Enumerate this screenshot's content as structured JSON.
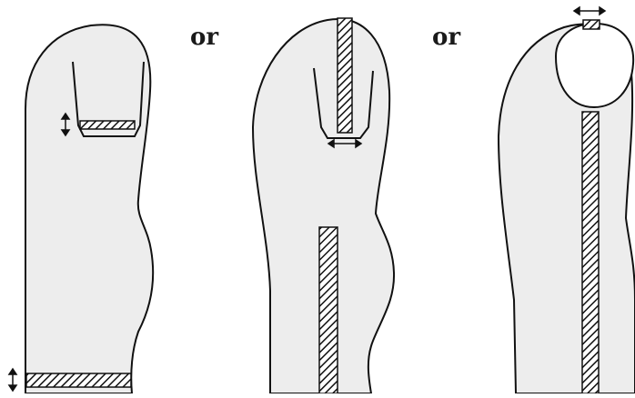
{
  "connector_word_1": "or",
  "connector_word_2": "or",
  "colors": {
    "background": "#ffffff",
    "fill": "#ededed",
    "stroke": "#111111"
  },
  "panels": [
    {
      "name": "finger-diagram-1",
      "hatched_regions": 2,
      "arrows": [
        "vertical",
        "vertical"
      ]
    },
    {
      "name": "finger-diagram-2",
      "hatched_regions": 2,
      "arrows": [
        "horizontal"
      ]
    },
    {
      "name": "finger-diagram-3",
      "hatched_regions": 2,
      "arrows": [
        "horizontal"
      ]
    }
  ]
}
